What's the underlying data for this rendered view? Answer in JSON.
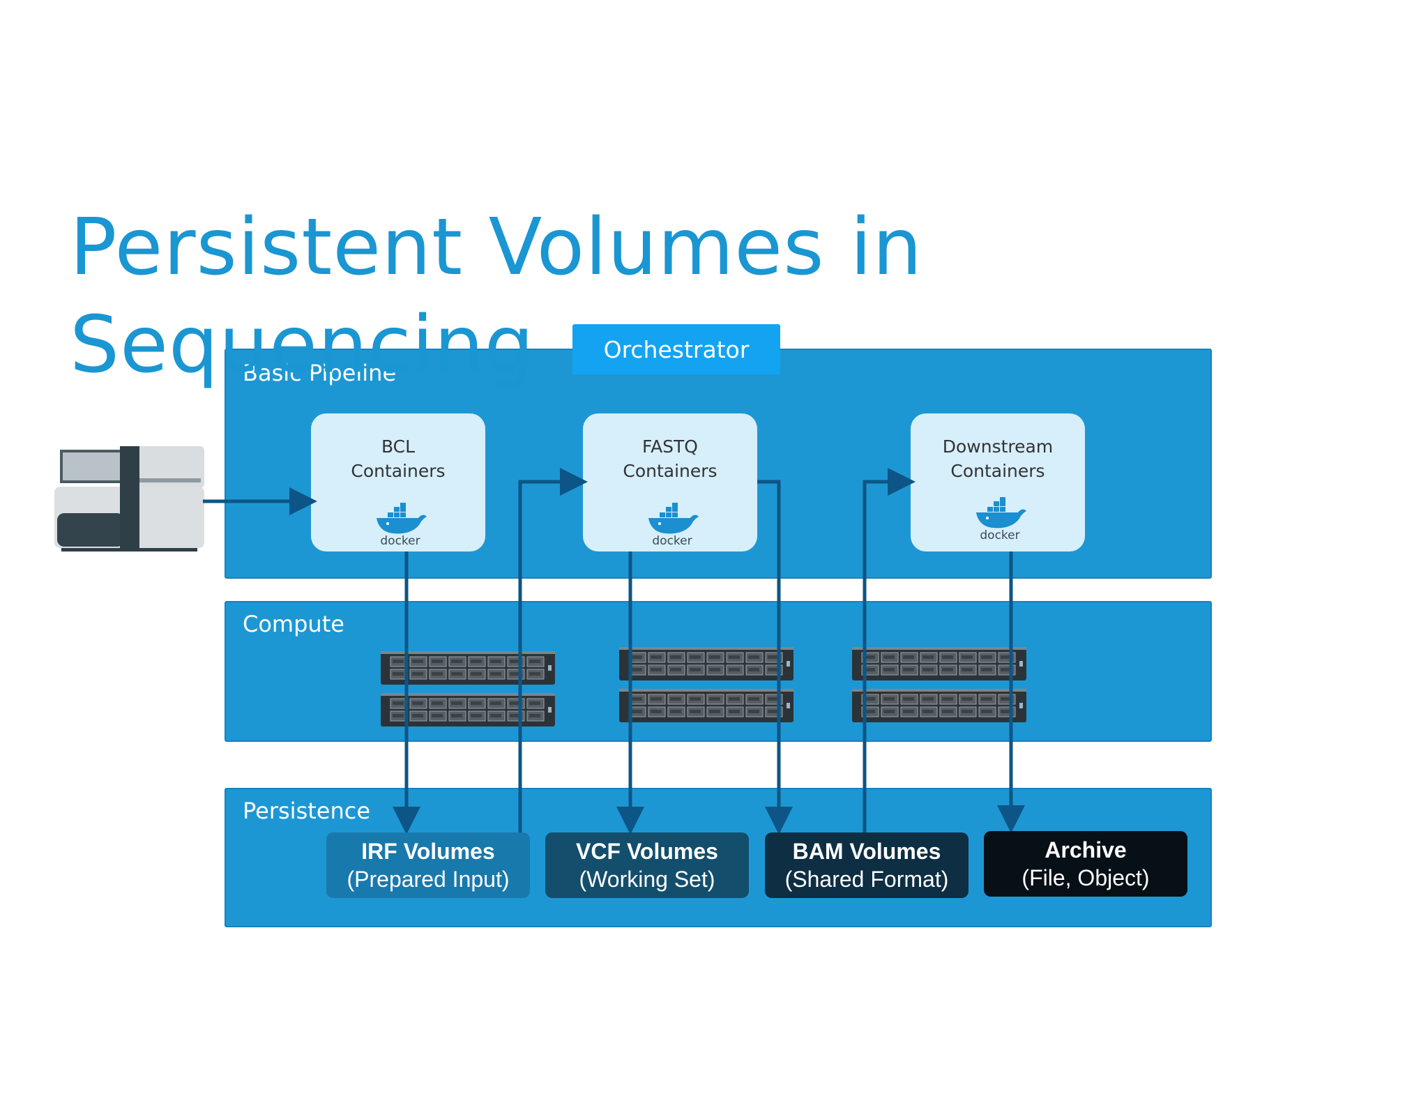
{
  "slide": {
    "title_line1": "Persistent Volumes in",
    "title_line2": "Sequencing"
  },
  "panels": {
    "pipeline_label": "Basic Pipeline",
    "compute_label": "Compute",
    "persistence_label": "Persistence"
  },
  "orchestrator": {
    "label": "Orchestrator"
  },
  "containers": [
    {
      "line1": "BCL",
      "line2": "Containers",
      "logo": "docker"
    },
    {
      "line1": "FASTQ",
      "line2": "Containers",
      "logo": "docker"
    },
    {
      "line1": "Downstream",
      "line2": "Containers",
      "logo": "docker"
    }
  ],
  "volumes": [
    {
      "title": "IRF Volumes",
      "subtitle": "(Prepared Input)"
    },
    {
      "title": "VCF Volumes",
      "subtitle": "(Working Set)"
    },
    {
      "title": "BAM Volumes",
      "subtitle": "(Shared Format)"
    },
    {
      "title": "Archive",
      "subtitle": "(File, Object)"
    }
  ],
  "icons": {
    "sequencer": "sequencer-machine-icon",
    "server": "rack-server-icon",
    "docker": "docker-whale-icon"
  },
  "colors": {
    "title": "#1a96d2",
    "panel": "#1d97d3",
    "orchestrator": "#13a3f1",
    "container_box": "#d6effb",
    "arrow": "#0d5586",
    "volume_irf": "#1879ad",
    "volume_vcf": "#134e6d",
    "volume_bam": "#0d2e43",
    "volume_archive": "#070f17"
  }
}
